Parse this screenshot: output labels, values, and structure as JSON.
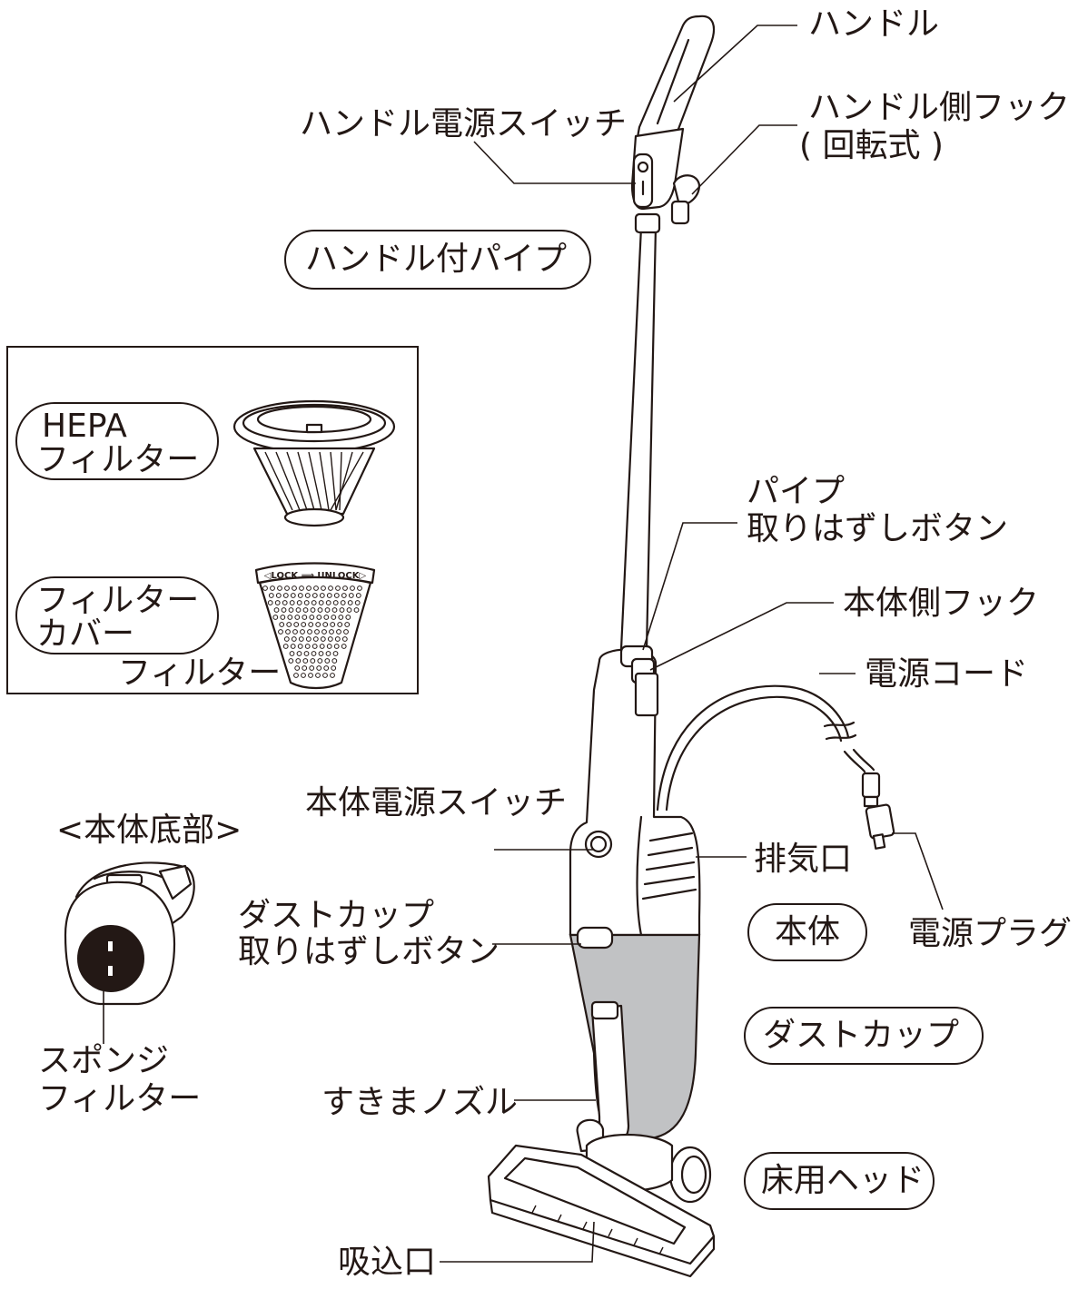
{
  "labels": {
    "handle": "ハンドル",
    "handle_switch": "ハンドル電源スイッチ",
    "handle_hook_1": "ハンドル側フック",
    "handle_hook_2": "( 回転式 )",
    "pipe_group": "ハンドル付パイプ",
    "hepa_1": "HEPA",
    "hepa_2": "フィルター",
    "filter_cover_1": "フィルター",
    "filter_cover_2": "カバー",
    "filter_caption": "フィルター",
    "pipe_release_1": "パイプ",
    "pipe_release_2": "取りはずしボタン",
    "body_hook": "本体側フック",
    "power_cord": "電源コード",
    "body_switch": "本体電源スイッチ",
    "bottom_view": "<本体底部>",
    "exhaust": "排気口",
    "body_group": "本体",
    "power_plug": "電源プラグ",
    "dust_release_1": "ダストカップ",
    "dust_release_2": "取りはずしボタン",
    "dust_cup_group": "ダストカップ",
    "sponge_1": "スポンジ",
    "sponge_2": "フィルター",
    "crevice": "すきまノズル",
    "floor_head_group": "床用ヘッド",
    "intake": "吸込口",
    "lock_text": "◁LOCK ⟹ UNLOCK▷"
  }
}
